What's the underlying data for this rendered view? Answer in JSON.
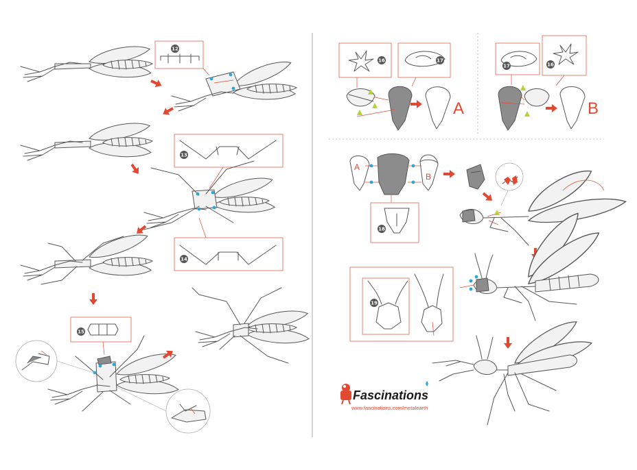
{
  "steps": {
    "s12": "12",
    "s13": "13",
    "s14": "14",
    "s15": "15",
    "s16": "16",
    "s17": "17",
    "s18": "18",
    "s19": "19"
  },
  "variants": {
    "a_big": "A",
    "b_big": "B",
    "a_small": "A",
    "b_small": "B"
  },
  "brand": {
    "name": "Fascinations",
    "url": "www.fascinations.com/metalearth"
  },
  "colors": {
    "accent": "#e04a33",
    "hinge_dot": "#2aa7d6",
    "alignment_marker": "#b5d334"
  },
  "icons": [
    "right-arrow-icon",
    "down-arrow-icon",
    "down-left-arrow-icon",
    "up-right-arrow-icon",
    "mascot-logo-icon"
  ]
}
